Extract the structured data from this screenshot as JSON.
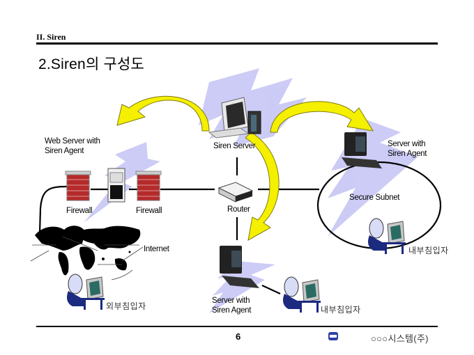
{
  "header": {
    "section": "II. Siren",
    "title": "2.Siren의 구성도"
  },
  "diagram": {
    "nodes": {
      "siren_server": "Siren Server",
      "web_server": "Web Server with\nSiren Agent",
      "web_server_line1": "Web Server with",
      "web_server_line2": "Siren Agent",
      "firewall_left": "Firewall",
      "firewall_right": "Firewall",
      "router": "Router",
      "internet": "Internet",
      "external_intruder": "외부침입자",
      "server_bottom_line1": "Server with",
      "server_bottom_line2": "Siren Agent",
      "internal_intruder_bottom": "내부침입자",
      "server_right_line1": "Server with",
      "server_right_line2": "Siren Agent",
      "secure_subnet": "Secure Subnet",
      "internal_intruder_right": "내부침입자"
    },
    "colors": {
      "arrow_fill": "#f5f000",
      "arrow_stroke": "#8a8a00",
      "lightning": "#c8c8f5",
      "firewall_brick": "#b22222"
    }
  },
  "footer": {
    "page_number": "6",
    "company": "○○○시스템(주)",
    "logo_icon": "company-logo-icon"
  }
}
